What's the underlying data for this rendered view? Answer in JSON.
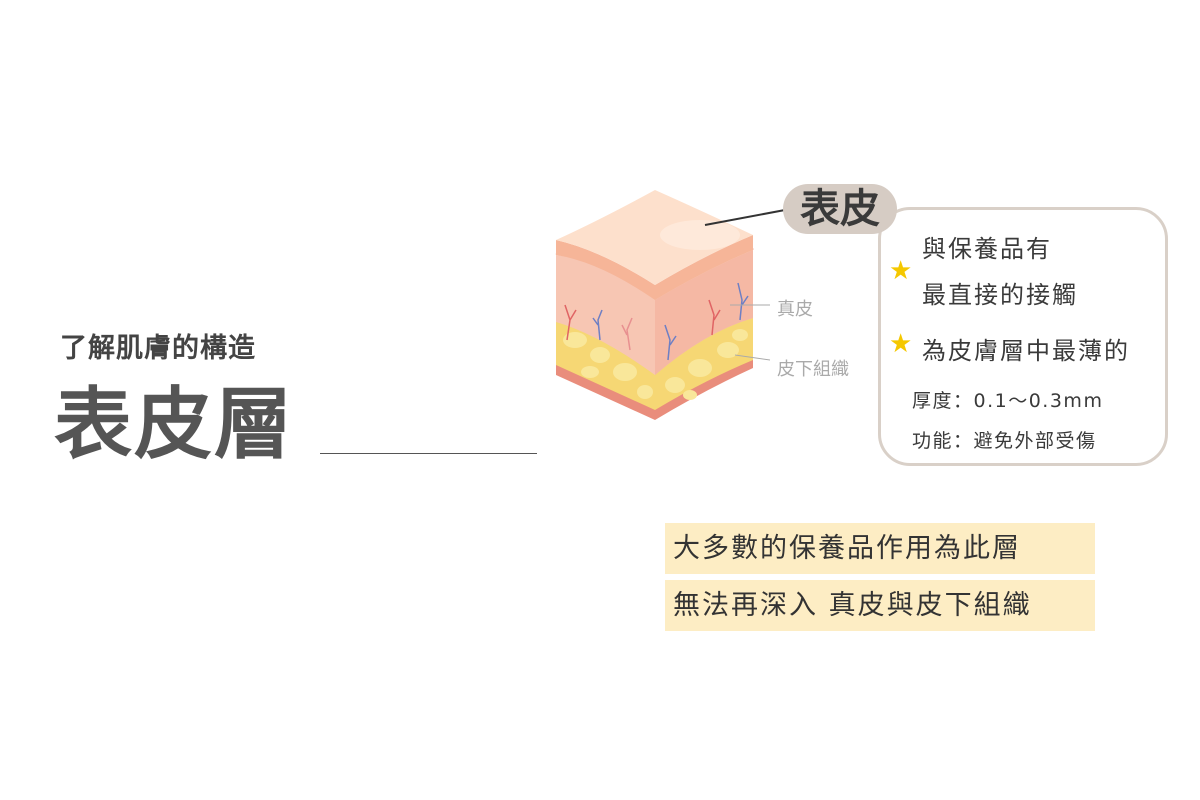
{
  "header": {
    "subtitle": "了解肌膚的構造",
    "title": "表皮層"
  },
  "diagram": {
    "callout": "表皮",
    "labels": {
      "dermis": "真皮",
      "subcutaneous": "皮下組織"
    }
  },
  "info_box": {
    "points": [
      {
        "icon": "star-icon",
        "lines": [
          "與保養品有",
          "最直接的接觸"
        ]
      },
      {
        "icon": "star-icon",
        "lines": [
          "為皮膚層中最薄的"
        ]
      }
    ],
    "thickness": "厚度：0.1～0.3mm",
    "function": "功能：避免外部受傷"
  },
  "highlights": [
    "大多數的保養品作用為此層",
    "無法再深入 真皮與皮下組織"
  ],
  "colors": {
    "pill": "#d6ccc4",
    "border": "#d9d0c8",
    "highlight": "#fdedc4",
    "star": "#f5c800"
  }
}
